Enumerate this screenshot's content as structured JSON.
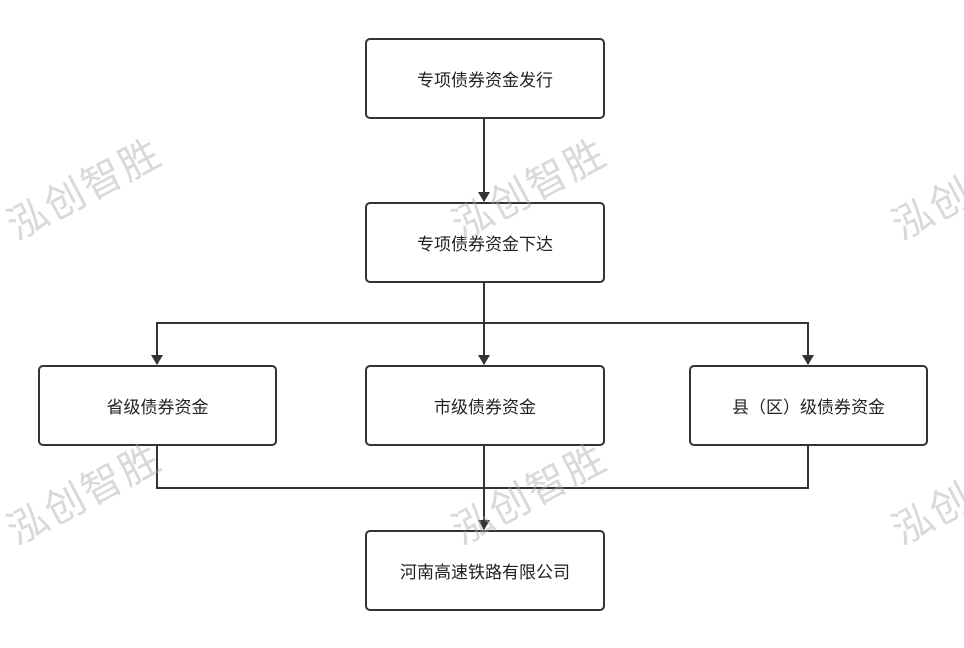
{
  "nodes": {
    "issue": "专项债券资金发行",
    "allocate": "专项债券资金下达",
    "province": "省级债券资金",
    "city": "市级债券资金",
    "county": "县（区）级债券资金",
    "company": "河南高速铁路有限公司"
  },
  "watermark": "泓创智胜",
  "colors": {
    "line": "#333333",
    "watermark": "#aaaaaa"
  }
}
